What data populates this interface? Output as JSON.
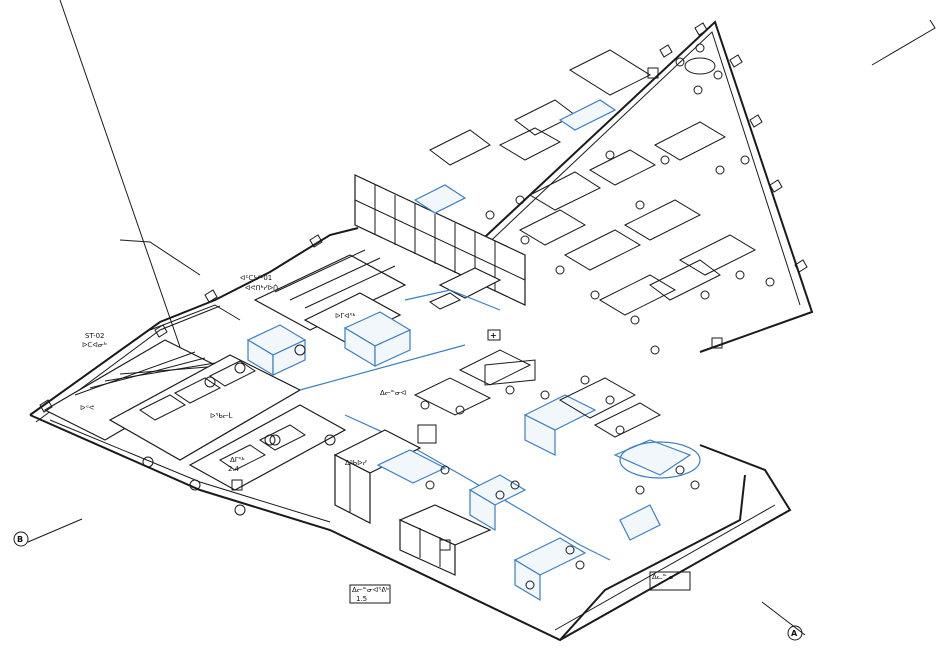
{
  "labels": {
    "room_tl": "ST-02",
    "room_tl_sub": "ᐅᑕᐊᓂᒃ",
    "room_top": "ᐊᑦᑕᓴᑦ-01",
    "room_top_sub": "ᐊᕙᑎᒃᓯᐅᑏ",
    "toilet": "ᐅᖃᓕᒫ",
    "wc": "ᐃᒥᖅ",
    "storage": "ᐅᕝᕙ",
    "kitchen": "ᐃᖃᐅᓯ",
    "office": "ᐅᒥᐊᖅ",
    "dim1": "2.4",
    "dim2": "1.5",
    "marker_a": "A",
    "marker_b": "B",
    "plus": "+",
    "corridor": "ᐃᓕᓐᓂᐊ",
    "area1": "ᐃᓕᓐᓂᐊᕐᕕᒃ",
    "area2": "ᐃᓚᓐᓄ"
  },
  "colors": {
    "line": "#1a1a1a",
    "highlight": "#3b7fc4"
  }
}
